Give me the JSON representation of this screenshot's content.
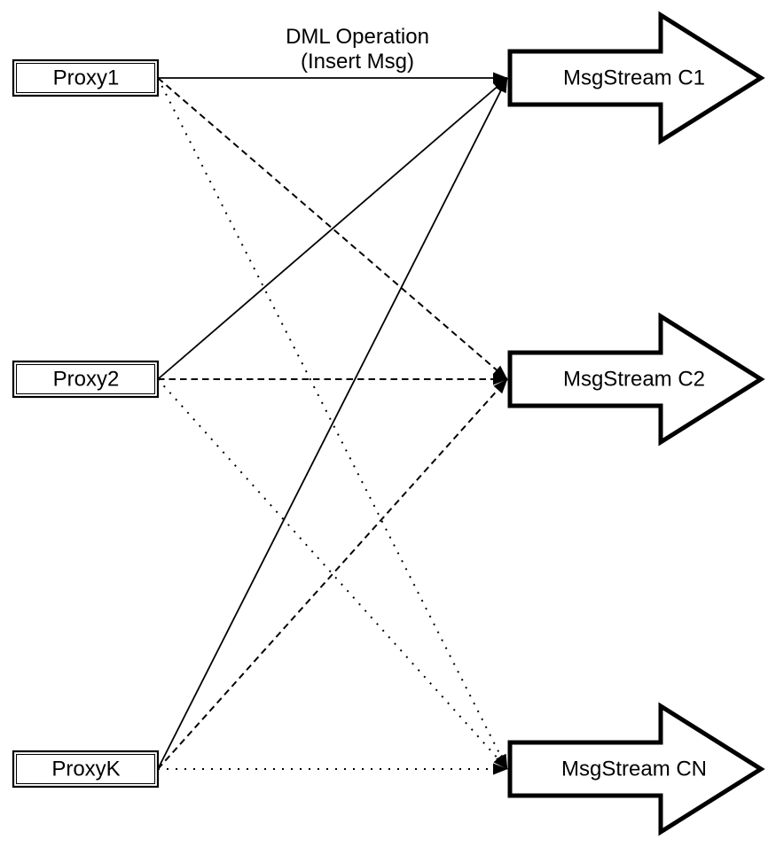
{
  "diagram": {
    "title": {
      "line1": "DML Operation",
      "line2": "(Insert Msg)"
    },
    "proxies": [
      {
        "label": "Proxy1"
      },
      {
        "label": "Proxy2"
      },
      {
        "label": "ProxyK"
      }
    ],
    "streams": [
      {
        "label": "MsgStream C1"
      },
      {
        "label": "MsgStream C2"
      },
      {
        "label": "MsgStream CN"
      }
    ],
    "edges": [
      {
        "from": "Proxy1",
        "to": "MsgStream C1",
        "style": "solid"
      },
      {
        "from": "Proxy1",
        "to": "MsgStream C2",
        "style": "dashed"
      },
      {
        "from": "Proxy1",
        "to": "MsgStream CN",
        "style": "dotted"
      },
      {
        "from": "Proxy2",
        "to": "MsgStream C1",
        "style": "solid"
      },
      {
        "from": "Proxy2",
        "to": "MsgStream C2",
        "style": "dashed"
      },
      {
        "from": "Proxy2",
        "to": "MsgStream CN",
        "style": "dotted"
      },
      {
        "from": "ProxyK",
        "to": "MsgStream C1",
        "style": "solid"
      },
      {
        "from": "ProxyK",
        "to": "MsgStream C2",
        "style": "dashed"
      },
      {
        "from": "ProxyK",
        "to": "MsgStream CN",
        "style": "dotted"
      }
    ],
    "colors": {
      "stroke": "#000000",
      "background": "#ffffff",
      "node_fill": "#ffffff"
    }
  }
}
